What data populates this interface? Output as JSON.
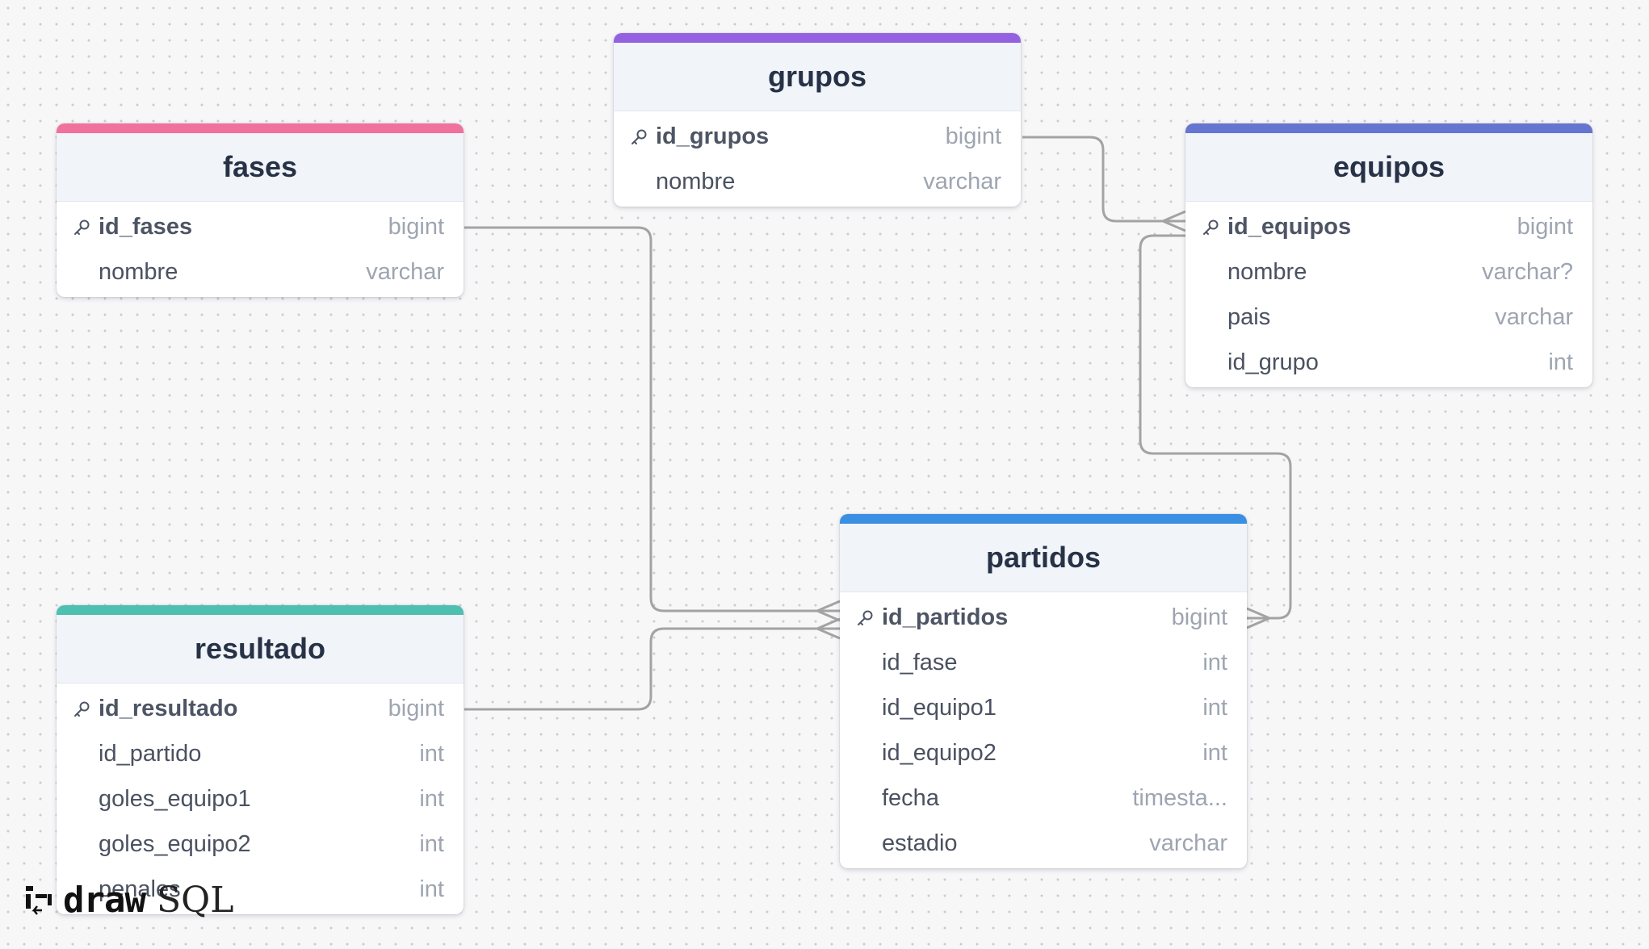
{
  "brand": {
    "part1": "draw",
    "part2": "SQL"
  },
  "colors": {
    "fases": "#f0719c",
    "grupos": "#9462e1",
    "equipos": "#6675cf",
    "partidos": "#3a8fe2",
    "resultado": "#4dc0b0",
    "connector": "#a3a3a3"
  },
  "tables": {
    "fases": {
      "name": "fases",
      "fields": [
        {
          "name": "id_fases",
          "type": "bigint",
          "pk": true
        },
        {
          "name": "nombre",
          "type": "varchar"
        }
      ]
    },
    "grupos": {
      "name": "grupos",
      "fields": [
        {
          "name": "id_grupos",
          "type": "bigint",
          "pk": true
        },
        {
          "name": "nombre",
          "type": "varchar"
        }
      ]
    },
    "equipos": {
      "name": "equipos",
      "fields": [
        {
          "name": "id_equipos",
          "type": "bigint",
          "pk": true
        },
        {
          "name": "nombre",
          "type": "varchar?"
        },
        {
          "name": "pais",
          "type": "varchar"
        },
        {
          "name": "id_grupo",
          "type": "int"
        }
      ]
    },
    "partidos": {
      "name": "partidos",
      "fields": [
        {
          "name": "id_partidos",
          "type": "bigint",
          "pk": true
        },
        {
          "name": "id_fase",
          "type": "int"
        },
        {
          "name": "id_equipo1",
          "type": "int"
        },
        {
          "name": "id_equipo2",
          "type": "int"
        },
        {
          "name": "fecha",
          "type": "timesta..."
        },
        {
          "name": "estadio",
          "type": "varchar"
        }
      ]
    },
    "resultado": {
      "name": "resultado",
      "fields": [
        {
          "name": "id_resultado",
          "type": "bigint",
          "pk": true
        },
        {
          "name": "id_partido",
          "type": "int"
        },
        {
          "name": "goles_equipo1",
          "type": "int"
        },
        {
          "name": "goles_equipo2",
          "type": "int"
        },
        {
          "name": "penales",
          "type": "int"
        }
      ]
    }
  },
  "relations": [
    {
      "from": "grupos.id_grupos",
      "to": "equipos.id_equipos"
    },
    {
      "from": "fases.id_fases",
      "to": "partidos.id_partidos"
    },
    {
      "from": "resultado.id_resultado",
      "to": "partidos.id_partidos"
    },
    {
      "from": "equipos.id_equipos",
      "to": "partidos.id_partidos"
    }
  ]
}
